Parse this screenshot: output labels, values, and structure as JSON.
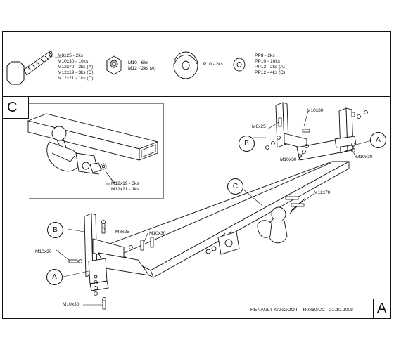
{
  "hardware": [
    {
      "icon": "bolt-icon",
      "lines": [
        "M8x25 - 2ks",
        "M10x30 - 10ks",
        "M12x70 - 2ks (A)",
        "M12x19 - 3ks (C)",
        "M12x21 - 1ks (C)"
      ]
    },
    {
      "icon": "nut-icon",
      "lines": [
        "M10 - 6ks",
        "M12 - 2ks (A)"
      ]
    },
    {
      "icon": "large-washer-icon",
      "lines": [
        "P10 - 2ks"
      ]
    },
    {
      "icon": "small-washer-icon",
      "lines": [
        "PP8 - 2ks",
        "PP10 - 10ks",
        "PP12 - 2ks (A)",
        "PP12 - 4ks (C)"
      ]
    }
  ],
  "detail": {
    "section_letter": "C",
    "callout_lines": [
      "M12x19 - 3ks",
      "M12x21 - 1ks"
    ]
  },
  "labels": {
    "M8x25_right": "M8x25",
    "M10x30_right_top": "M10x30",
    "M10x30_right_mid": "M10x30",
    "M10x30_right_low": "M10x30",
    "M12x70": "M12x70",
    "M8x25_left": "M8x25",
    "M10x30_left_center": "M10x30",
    "M10x30_left_side": "M10x30",
    "M10x30_left_bottom": "M10x30"
  },
  "callouts": {
    "B_right": "B",
    "A_right": "A",
    "C_center": "C",
    "B_left": "B",
    "A_left": "A"
  },
  "footer": {
    "caption": "RENAULT KANGOO II - R0860A/C - 21.10.2008",
    "sheet_letter": "A"
  }
}
